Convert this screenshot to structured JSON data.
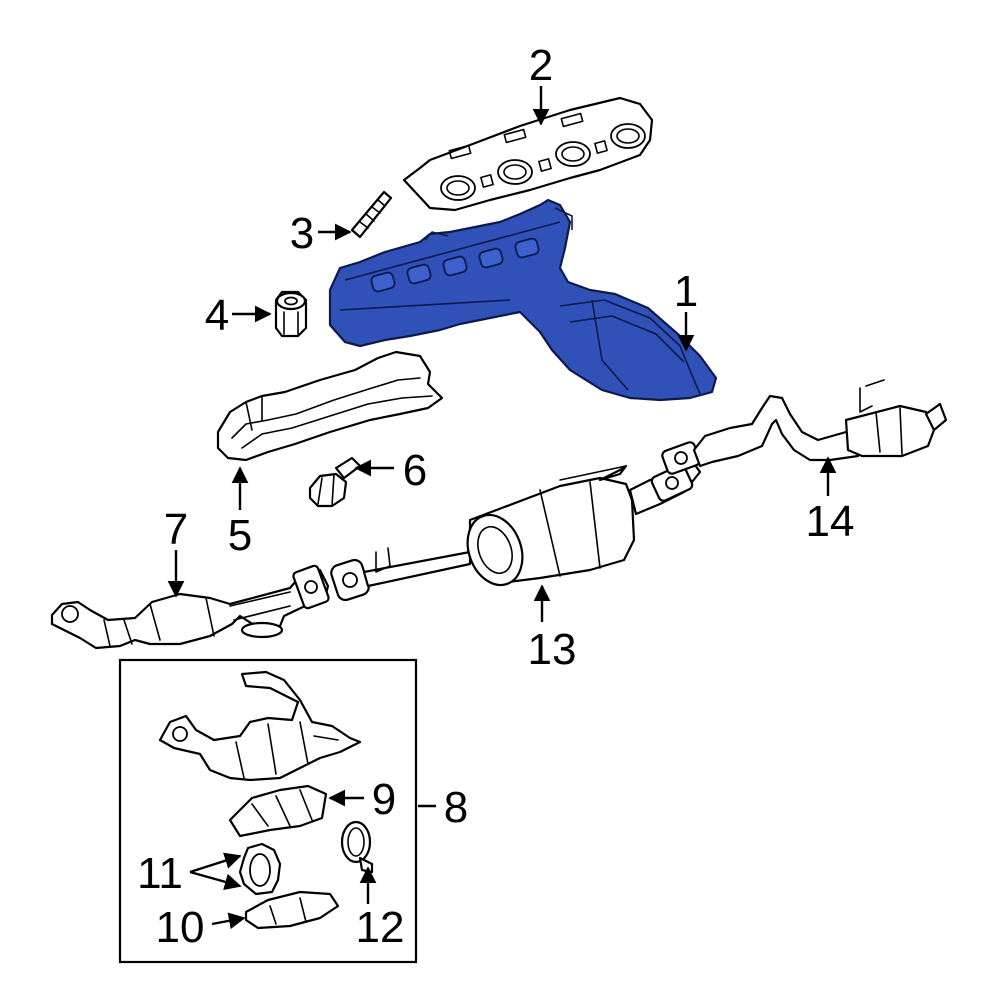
{
  "diagram": {
    "callouts": {
      "c1": "1",
      "c2": "2",
      "c3": "3",
      "c4": "4",
      "c5": "5",
      "c6": "6",
      "c7": "7",
      "c8": "8",
      "c9": "9",
      "c10": "10",
      "c11": "11",
      "c12": "12",
      "c13": "13",
      "c14": "14"
    },
    "highlight_color": "#2f51b8",
    "line_color": "#000000",
    "background": "#ffffff"
  }
}
